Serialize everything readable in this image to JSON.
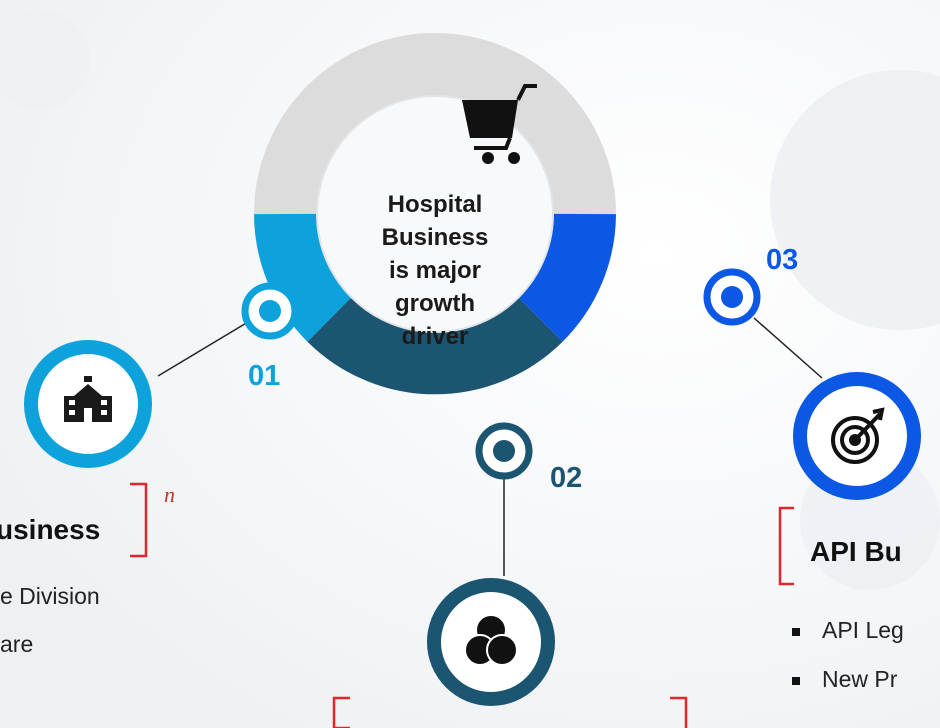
{
  "center": {
    "icon": "shopping-cart-icon",
    "lines": [
      "Hospital Business",
      "is major growth",
      "driver"
    ]
  },
  "segments": [
    {
      "number": "01",
      "color": "#0da2dc",
      "icon": "hospital-building-icon"
    },
    {
      "number": "02",
      "color": "#1b5571",
      "icon": "venn-circles-icon"
    },
    {
      "number": "03",
      "color": "#0b58e5",
      "icon": "target-arrow-icon"
    }
  ],
  "ring_top_color": "#dcdcdc",
  "left": {
    "heading": "usiness",
    "bracket_note": "n",
    "lines": [
      "e Division",
      "are"
    ]
  },
  "right": {
    "heading": "API Bu",
    "bullets": [
      "API Leg",
      "New Pr"
    ]
  },
  "accent": "#e0262b"
}
